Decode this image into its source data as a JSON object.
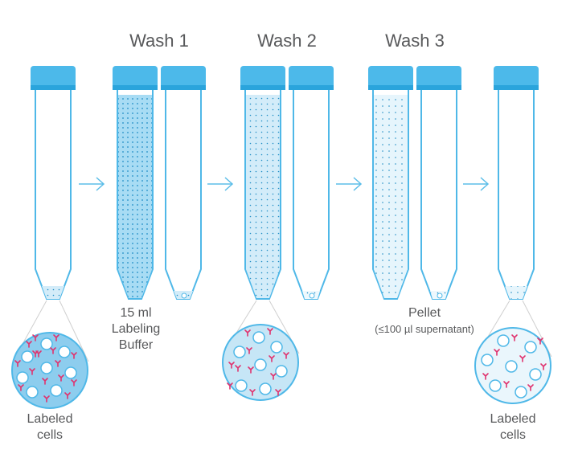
{
  "steps": [
    {
      "title": ""
    },
    {
      "title": "Wash 1"
    },
    {
      "title": "Wash 2"
    },
    {
      "title": "Wash 3"
    },
    {
      "title": ""
    }
  ],
  "labels": {
    "start_cells_line1": "Labeled",
    "start_cells_line2": "cells",
    "buffer_line1": "15 ml",
    "buffer_line2": "Labeling",
    "buffer_line3": "Buffer",
    "pellet_line1": "Pellet",
    "pellet_line2": "(≤100 µl supernatant)",
    "end_cells_line1": "Labeled",
    "end_cells_line2": "cells"
  },
  "colors": {
    "tube_outline": "#4fb8e8",
    "cap": "#4cb9ea",
    "cap_dark": "#2aa4dc",
    "fill_dense": "#a8dcf4",
    "fill_light": "#d6eefa",
    "antibody": "#e0336e",
    "cell": "#ffffff",
    "arrow": "#5bbde8"
  },
  "icons": [
    "arrow-right-icon",
    "antibody-icon",
    "cell-icon"
  ]
}
